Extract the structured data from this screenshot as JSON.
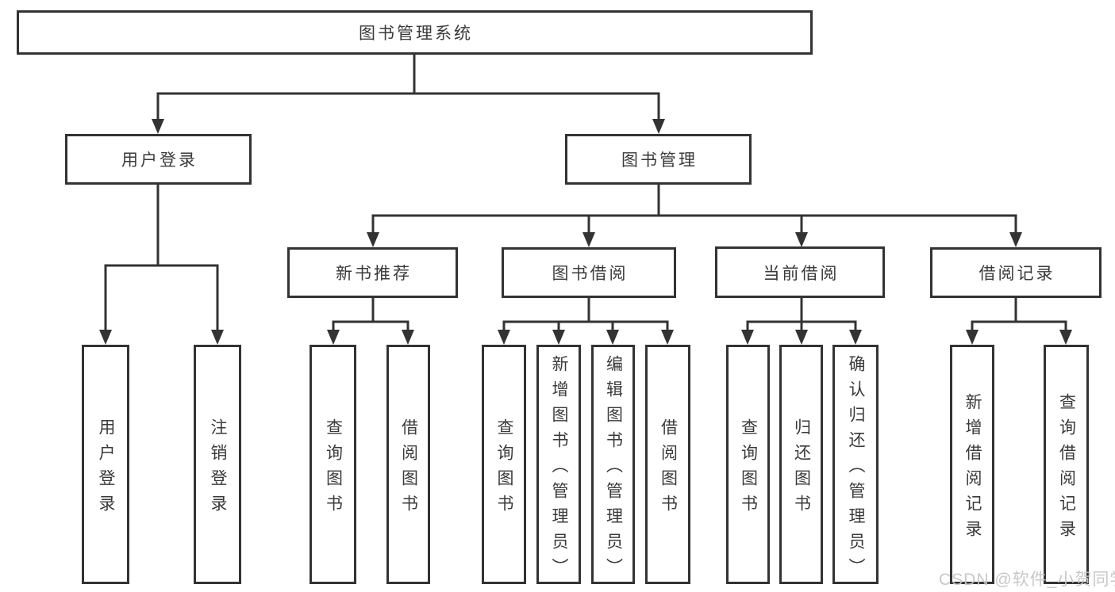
{
  "diagram": {
    "root": {
      "label": "图书管理系统"
    },
    "level2": [
      {
        "label": "用户登录"
      },
      {
        "label": "图书管理"
      }
    ],
    "level3": [
      {
        "label": "新书推荐"
      },
      {
        "label": "图书借阅"
      },
      {
        "label": "当前借阅"
      },
      {
        "label": "借阅记录"
      }
    ],
    "leaves": {
      "user_login": [
        "用户登录",
        "注销登录"
      ],
      "new_book": [
        "查询图书",
        "借阅图书"
      ],
      "book_borrow": [
        "查询图书",
        "新增图书（管理员）",
        "编辑图书（管理员）",
        "借阅图书"
      ],
      "current_borrow": [
        "查询图书",
        "归还图书",
        "确认归还（管理员）"
      ],
      "records": [
        "新增借阅记录",
        "查询借阅记录"
      ]
    }
  },
  "watermark": {
    "text": "CSDN @软件_小贺同学"
  },
  "colors": {
    "line": "#333333",
    "text": "#3a3a3a",
    "background": "#ffffff",
    "watermark": "#c5c5c5"
  }
}
